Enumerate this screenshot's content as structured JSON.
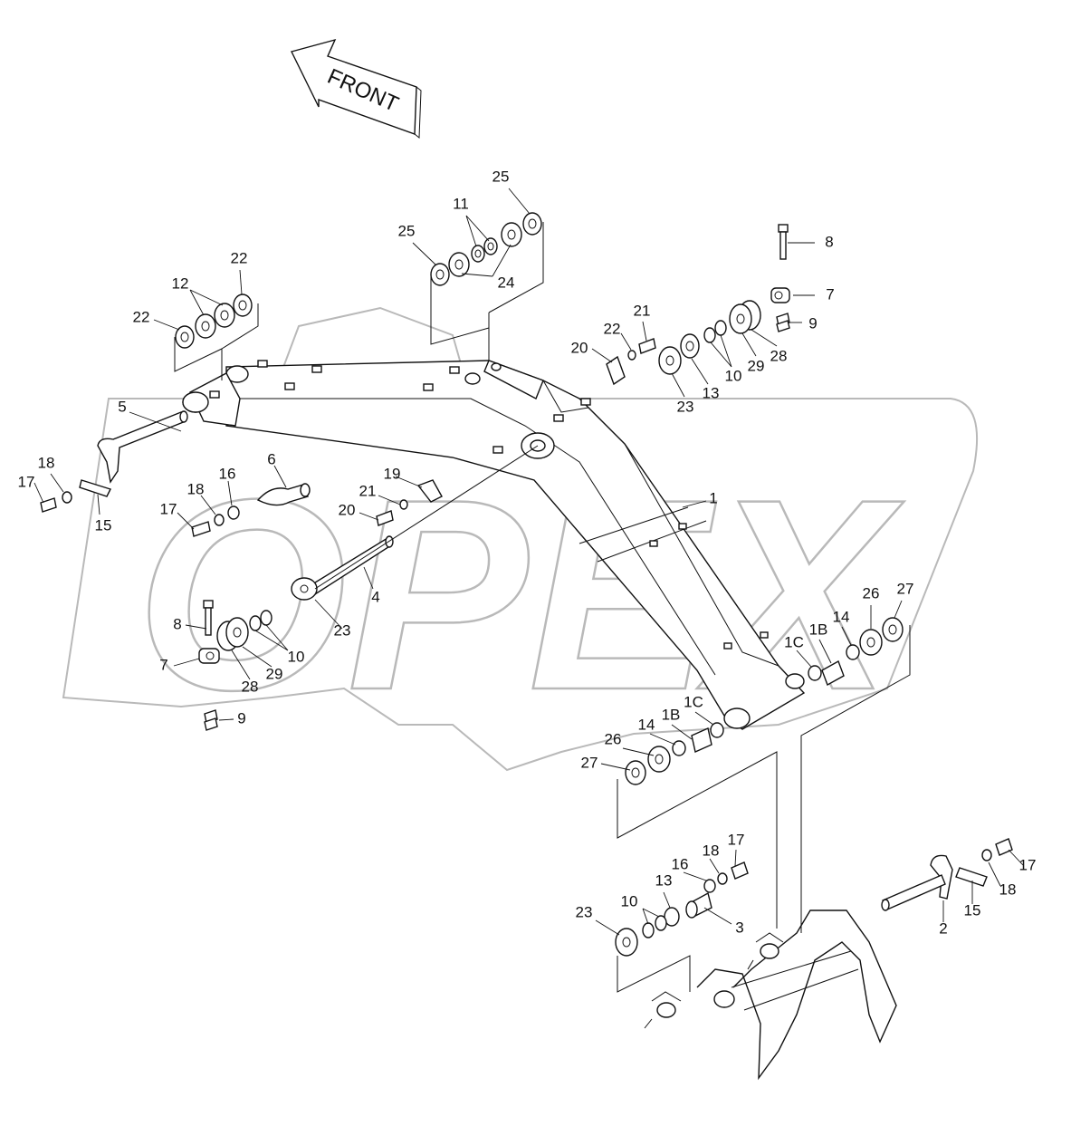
{
  "direction_arrow": {
    "label": "FRONT"
  },
  "watermark": {
    "text": "OPEX"
  },
  "callouts": [
    {
      "id": "c25a",
      "label": "25"
    },
    {
      "id": "c11",
      "label": "11"
    },
    {
      "id": "c25b",
      "label": "25"
    },
    {
      "id": "c24",
      "label": "24"
    },
    {
      "id": "c22a",
      "label": "22"
    },
    {
      "id": "c12",
      "label": "12"
    },
    {
      "id": "c22b",
      "label": "22"
    },
    {
      "id": "c8a",
      "label": "8"
    },
    {
      "id": "c7a",
      "label": "7"
    },
    {
      "id": "c9a",
      "label": "9"
    },
    {
      "id": "c21a",
      "label": "21"
    },
    {
      "id": "c22c",
      "label": "22"
    },
    {
      "id": "c20a",
      "label": "20"
    },
    {
      "id": "c28a",
      "label": "28"
    },
    {
      "id": "c29a",
      "label": "29"
    },
    {
      "id": "c10a",
      "label": "10"
    },
    {
      "id": "c13a",
      "label": "13"
    },
    {
      "id": "c23a",
      "label": "23"
    },
    {
      "id": "c5",
      "label": "5"
    },
    {
      "id": "c18a",
      "label": "18"
    },
    {
      "id": "c17a",
      "label": "17"
    },
    {
      "id": "c15a",
      "label": "15"
    },
    {
      "id": "c6",
      "label": "6"
    },
    {
      "id": "c16a",
      "label": "16"
    },
    {
      "id": "c18b",
      "label": "18"
    },
    {
      "id": "c17b",
      "label": "17"
    },
    {
      "id": "c19",
      "label": "19"
    },
    {
      "id": "c21b",
      "label": "21"
    },
    {
      "id": "c20b",
      "label": "20"
    },
    {
      "id": "c1",
      "label": "1"
    },
    {
      "id": "c4",
      "label": "4"
    },
    {
      "id": "c23b",
      "label": "23"
    },
    {
      "id": "c8b",
      "label": "8"
    },
    {
      "id": "c7b",
      "label": "7"
    },
    {
      "id": "c10b",
      "label": "10"
    },
    {
      "id": "c28b",
      "label": "28"
    },
    {
      "id": "c29b",
      "label": "29"
    },
    {
      "id": "c9b",
      "label": "9"
    },
    {
      "id": "c26a",
      "label": "26"
    },
    {
      "id": "c27a",
      "label": "27"
    },
    {
      "id": "c14a",
      "label": "14"
    },
    {
      "id": "c1Ba",
      "label": "1B"
    },
    {
      "id": "c1Ca",
      "label": "1C"
    },
    {
      "id": "c1Cb",
      "label": "1C"
    },
    {
      "id": "c1Bb",
      "label": "1B"
    },
    {
      "id": "c14b",
      "label": "14"
    },
    {
      "id": "c26b",
      "label": "26"
    },
    {
      "id": "c27b",
      "label": "27"
    },
    {
      "id": "c17c",
      "label": "17"
    },
    {
      "id": "c18c",
      "label": "18"
    },
    {
      "id": "c16b",
      "label": "16"
    },
    {
      "id": "c13b",
      "label": "13"
    },
    {
      "id": "c10c",
      "label": "10"
    },
    {
      "id": "c23c",
      "label": "23"
    },
    {
      "id": "c3",
      "label": "3"
    },
    {
      "id": "c17d",
      "label": "17"
    },
    {
      "id": "c18d",
      "label": "18"
    },
    {
      "id": "c15b",
      "label": "15"
    },
    {
      "id": "c2",
      "label": "2"
    }
  ]
}
